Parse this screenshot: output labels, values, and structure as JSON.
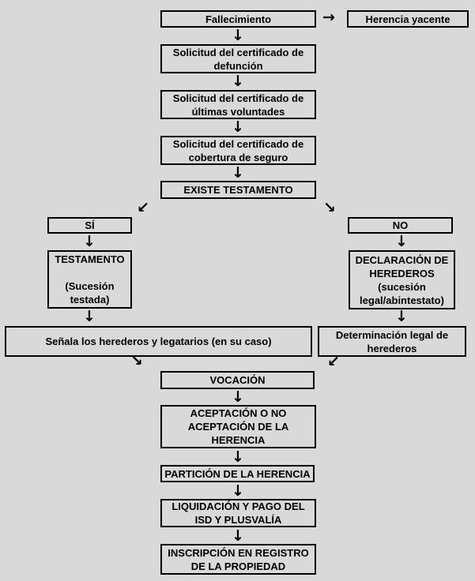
{
  "colors": {
    "background": "#d9d9d9",
    "box_border": "#000000",
    "text": "#000000"
  },
  "flowchart": {
    "nodes": {
      "fallecimiento": "Fallecimiento",
      "herencia_yacente": "Herencia yacente",
      "solicitud_defuncion": "Solicitud del certificado de\ndefunción",
      "solicitud_voluntades": "Solicitud del certificado de\núltimas voluntades",
      "solicitud_seguro": "Solicitud del certificado de\ncobertura de seguro",
      "existe_testamento": "EXISTE TESTAMENTO",
      "si": "SÍ",
      "no": "NO",
      "testamento": "TESTAMENTO\n\n(Sucesión\ntestada)",
      "declaracion_herederos": "DECLARACIÓN DE\nHEREDEROS\n(sucesión\nlegal/abintestato)",
      "senala_herederos": "Señala los herederos y legatarios (en su caso)",
      "determinacion_legal": "Determinación legal de\nherederos",
      "vocacion": "VOCACIÓN",
      "aceptacion": "ACEPTACIÓN O NO\nACEPTACIÓN DE LA\nHERENCIA",
      "particion": "PARTICIÓN DE LA HERENCIA",
      "liquidacion": "LIQUIDACIÓN Y PAGO DEL\nISD Y PLUSVALÍA",
      "inscripcion": "INSCRIPCIÓN EN REGISTRO\nDE LA PROPIEDAD"
    },
    "arrows": {
      "right": "→",
      "down": "↓",
      "down_left": "↙",
      "down_right": "↘"
    }
  }
}
